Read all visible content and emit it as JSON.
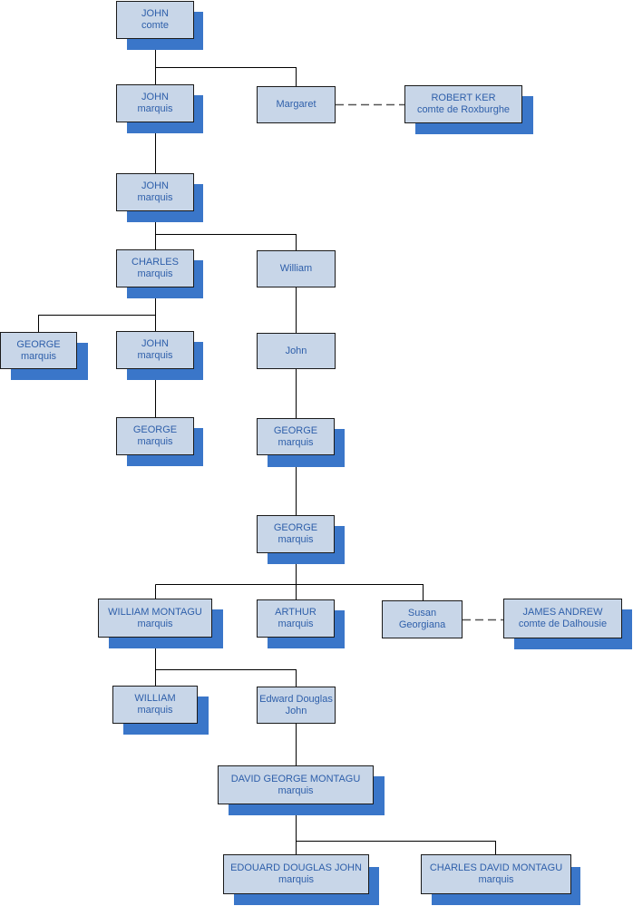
{
  "colors": {
    "box_fill": "#c8d6e8",
    "shadow": "#3a76c9",
    "text": "#2e5faa",
    "line": "#000000",
    "spouse_line": "#555555"
  },
  "people": {
    "john_comte": {
      "name": "JOHN",
      "title": "comte"
    },
    "john_marquis_1": {
      "name": "JOHN",
      "title": "marquis"
    },
    "margaret": {
      "name": "Margaret",
      "title": ""
    },
    "robert_ker": {
      "name": "ROBERT KER",
      "title": "comte de Roxburghe"
    },
    "john_marquis_2": {
      "name": "JOHN",
      "title": "marquis"
    },
    "charles": {
      "name": "CHARLES",
      "title": "marquis"
    },
    "william": {
      "name": "William",
      "title": ""
    },
    "george_1": {
      "name": "GEORGE",
      "title": "marquis"
    },
    "john_marquis_3": {
      "name": "JOHN",
      "title": "marquis"
    },
    "john_plain": {
      "name": "John",
      "title": ""
    },
    "george_2": {
      "name": "GEORGE",
      "title": "marquis"
    },
    "george_3": {
      "name": "GEORGE",
      "title": "marquis"
    },
    "george_4": {
      "name": "GEORGE",
      "title": "marquis"
    },
    "william_montagu": {
      "name": "WILLIAM MONTAGU",
      "title": "marquis"
    },
    "arthur": {
      "name": "ARTHUR",
      "title": "marquis"
    },
    "susan": {
      "name": "Susan",
      "title": "Georgiana"
    },
    "james_andrew": {
      "name": "JAMES ANDREW",
      "title": "comte de Dalhousie"
    },
    "william_2": {
      "name": "WILLIAM",
      "title": "marquis"
    },
    "edward_douglas": {
      "name": "Edward Douglas",
      "title": "John"
    },
    "david_george": {
      "name": "DAVID GEORGE MONTAGU",
      "title": "marquis"
    },
    "edouard": {
      "name": "EDOUARD DOUGLAS JOHN",
      "title": "marquis"
    },
    "charles_david": {
      "name": "CHARLES DAVID MONTAGU",
      "title": "marquis"
    }
  }
}
